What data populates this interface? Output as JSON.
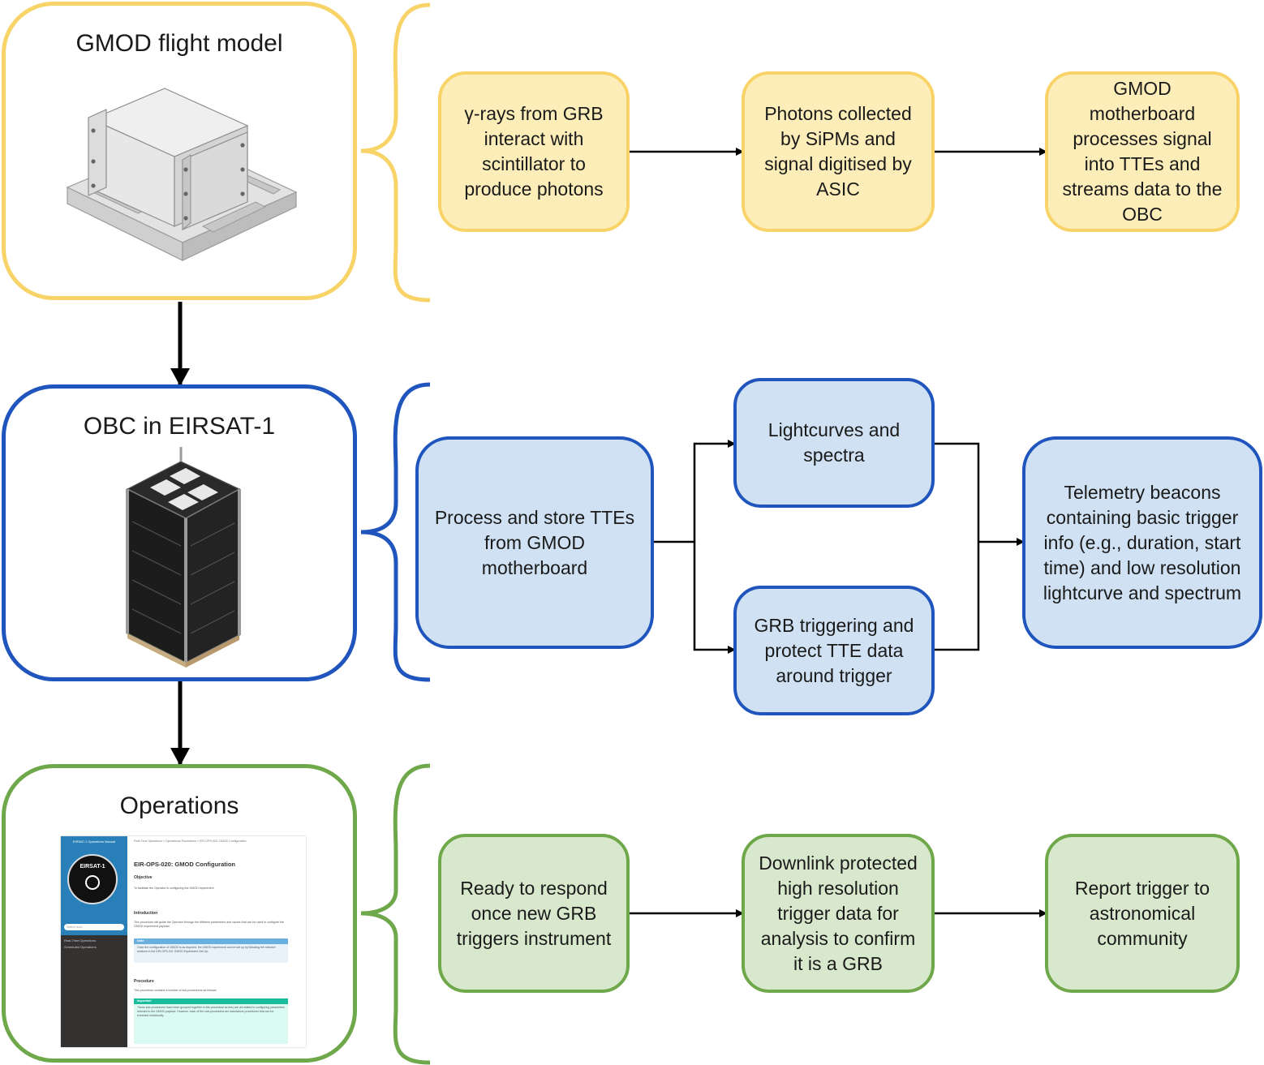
{
  "colors": {
    "yellow_border": "#f8d368",
    "yellow_fill": "#fdeeb9",
    "blue_border": "#1f55bd",
    "blue_fill": "#cfe1f2",
    "green_border": "#6fa84a",
    "green_fill": "#d7e8cc"
  },
  "panels": {
    "gmod": {
      "title": "GMOD flight model"
    },
    "obc": {
      "title": "OBC in EIRSAT-1"
    },
    "ops": {
      "title": "Operations"
    }
  },
  "row1": {
    "n1": "γ-rays from GRB interact with scintillator to produce photons",
    "n2": "Photons collected by SiPMs and signal digitised by ASIC",
    "n3": "GMOD motherboard processes signal into TTEs and streams data to the OBC"
  },
  "row2": {
    "n1": "Process and store TTEs from GMOD motherboard",
    "n2": "Lightcurves and spectra",
    "n3": "GRB triggering and protect TTE data around trigger",
    "n4": "Telemetry beacons containing basic trigger info (e.g., duration, start time) and low resolution lightcurve and spectrum"
  },
  "row3": {
    "n1": "Ready to respond once new GRB triggers instrument",
    "n2": "Downlink protected high resolution trigger data for analysis to confirm it is a GRB",
    "n3": "Report trigger to astronomical community"
  },
  "ops_screenshot": {
    "sidebar_title": "EIRSAT-1 Operations Manual",
    "logo_text": "EIRSAT-1",
    "search_placeholder": "Search docs",
    "nav_item_1": "Real-Time Operations",
    "nav_item_2": "Scheduled Operations",
    "breadcrumb": "Real-Time Operations » Operational Procedures » EIR-OPS-020: GMOD Configuration",
    "heading": "EIR-OPS-020: GMOD Configuration",
    "sec_objective": "Objective",
    "objective_text": "To facilitate the Operator in configuring the GMOD experiment",
    "sec_introduction": "Introduction",
    "intro_text": "This procedure will guide the Operator through the different parameters and values that can be used to configure the GMOD experiment payload.",
    "note_label": "Note",
    "note_text": "Once the configuration of GMOD is as required, the GMOD experiment can be set up by following the relevant sections in the EIR-OPS-021 GMOD Experiment Set Up.",
    "sec_procedure": "Procedure",
    "procedure_text": "This procedure contains a number of sub-procedures as follows:",
    "important_label": "Important",
    "important_text": "These sub-procedures have been grouped together in this procedure as they are all related to configuring parameters relevant to the GMOD payload. However, each of the sub-procedures are standalone procedures that can be executed individually."
  }
}
